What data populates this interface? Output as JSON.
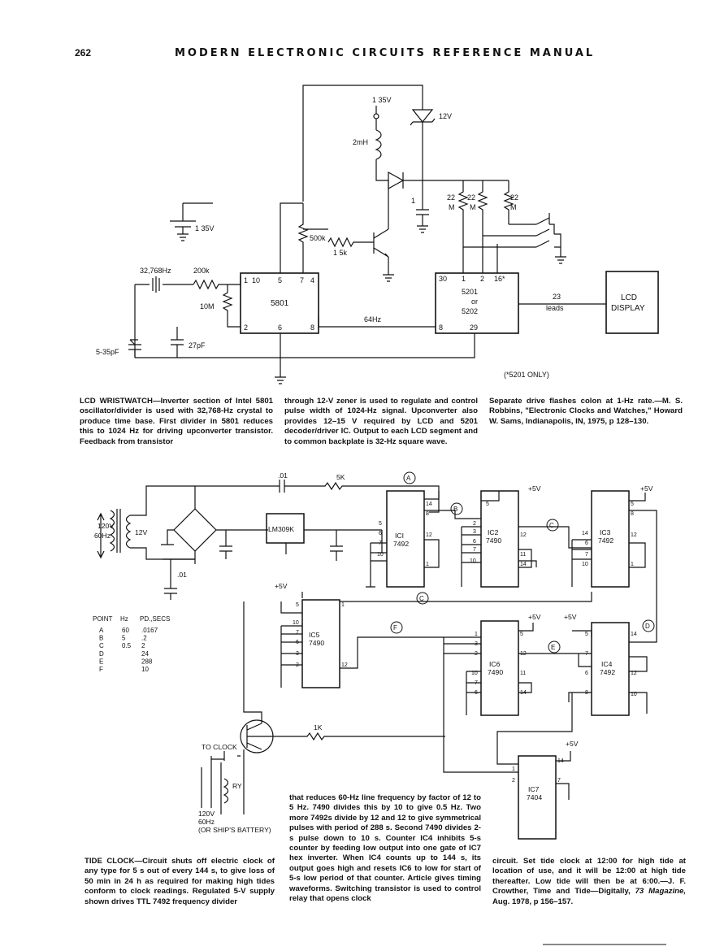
{
  "header": {
    "page_number": "262",
    "title": "MODERN ELECTRONIC CIRCUITS REFERENCE MANUAL"
  },
  "watch": {
    "v_top": "1 35V",
    "zener": "12V",
    "inductor": "2mH",
    "cap_small": "1",
    "r22a": "22",
    "r22b": "22",
    "r22c": "22",
    "m1": "M",
    "m2": "M",
    "m3": "M",
    "batt": "1 35V",
    "r500k": "500k",
    "r15k": "1 5k",
    "xtal": "32,768Hz",
    "r200k": "200k",
    "r10m": "10M",
    "trim": "5-35pF",
    "c27": "27pF",
    "ic_5801": "5801",
    "p5801_1": "1",
    "p5801_10": "10",
    "p5801_5": "5",
    "p5801_7": "7",
    "p5801_4": "4",
    "p5801_2": "2",
    "p5801_6": "6",
    "p5801_8": "8",
    "f64": "64Hz",
    "ic_5201": "5201",
    "ic_or": "or",
    "ic_5202": "5202",
    "p52_30": "30",
    "p52_1": "1",
    "p52_2": "2",
    "p52_16": "16*",
    "p52_8": "8",
    "p52_29": "29",
    "leads_n": "23",
    "leads_w": "leads",
    "lcd1": "LCD",
    "lcd2": "DISPLAY",
    "note": "(*5201 ONLY)"
  },
  "caption_watch": {
    "title": "LCD WRISTWATCH—",
    "col1": "Inverter section of Intel 5801 oscillator/divider is used with 32,768-Hz crystal to produce time base. First divider in 5801 reduces this to 1024 Hz for driving upconverter transistor. Feedback from transistor",
    "col2": "through 12-V zener is used to regulate and control pulse width of 1024-Hz signal. Upconverter also provides 12–15 V required by LCD and 5201 decoder/driver IC. Output to each LCD segment and to common backplate is 32-Hz square wave.",
    "col3": "Separate drive flashes colon at 1-Hz rate.—M. S. Robbins, \"Electronic Clocks and Watches,\" Howard W. Sams, Indianapolis, IN, 1975, p 128–130."
  },
  "tide": {
    "c01": ".01",
    "r5k": "5K",
    "mA": "A",
    "mB": "B",
    "mC": "C",
    "mC2": "C",
    "mD": "D",
    "mE": "E",
    "mF": "F",
    "v120": "120V",
    "v60": "60Hz",
    "v12": "12V",
    "c01b": ".01",
    "reg": "LM309K",
    "ic1a": "ICI",
    "ic1b": "7492",
    "ic2a": "IC2",
    "ic2b": "7490",
    "ic3a": "IC3",
    "ic3b": "7492",
    "ic4a": "IC4",
    "ic4b": "7492",
    "ic5a": "IC5",
    "ic5b": "7490",
    "ic6a": "IC6",
    "ic6b": "7490",
    "ic7a": "IC7",
    "ic7b": "7404",
    "p5v": "+5V",
    "r1k": "1K",
    "to_clock": "TO CLOCK",
    "ry": "RY",
    "out1": "120V",
    "out2": "60Hz",
    "out3": "(OR SHIP'S BATTERY)",
    "pins": {
      "a5": "5",
      "a6": "6",
      "a7": "7",
      "a10": "10",
      "a14": "14",
      "a8": "8",
      "a12": "12",
      "a1": "1",
      "b2": "2",
      "b3": "3",
      "b6": "6",
      "b7": "7",
      "b10": "10",
      "b5": "5",
      "b12": "12",
      "b11": "11",
      "b14": "14",
      "c14": "14",
      "c6": "6",
      "c7": "7",
      "c10": "10",
      "c5": "5",
      "c8": "8",
      "c12": "12",
      "c1": "1",
      "e5": "5",
      "e1": "1",
      "e10": "10",
      "e7": "7",
      "e6": "6",
      "e3": "3",
      "e2": "2",
      "e12": "12",
      "f1": "1",
      "f3": "3",
      "f2": "2",
      "f10": "10",
      "f7": "7",
      "f6": "6",
      "f5": "5",
      "f12": "12",
      "f11": "11",
      "f14": "14",
      "g7": "7",
      "g6": "6",
      "g8": "8",
      "g5": "5",
      "g14": "14",
      "g12": "12",
      "g10": "10",
      "h14": "14",
      "h1": "1",
      "h2": "2",
      "h7": "7"
    }
  },
  "table": {
    "headers": [
      "POINT",
      "Hz",
      "PD.,SECS"
    ],
    "rows": [
      [
        "A",
        "60",
        ".0167"
      ],
      [
        "B",
        "5",
        ".2"
      ],
      [
        "C",
        "0.5",
        "2"
      ],
      [
        "D",
        "",
        "24"
      ],
      [
        "E",
        "",
        "288"
      ],
      [
        "F",
        "",
        "10"
      ]
    ]
  },
  "caption_tide": {
    "title": "TIDE CLOCK—",
    "col1": "Circuit shuts off electric clock of any type for 5 s out of every 144 s, to give loss of 50 min in 24 h as required for making high tides conform to clock readings. Regulated 5-V supply shown drives TTL 7492 frequency divider",
    "col2": "that reduces 60-Hz line frequency by factor of 12 to 5 Hz. 7490 divides this by 10 to give 0.5 Hz. Two more 7492s divide by 12 and 12 to give symmetrical pulses with period of 288 s. Second 7490 divides 2-s pulse down to 10 s. Counter IC4 inhibits 5-s counter by feeding low output into one gate of IC7 hex inverter. When IC4 counts up to 144 s, its output goes high and resets IC6 to low for start of 5-s low period of that counter. Article gives timing waveforms. Switching transistor is used to control relay that opens clock",
    "col3a": "circuit. Set tide clock at 12:00 for high tide at location of use, and it will be 12:00 at high tide thereafter. Low tide will then be at 6:00.—J. F. Crowther, Time and Tide—Digitally, ",
    "col3i": "73 Magazine,",
    "col3b": " Aug. 1978, p 156–157."
  }
}
